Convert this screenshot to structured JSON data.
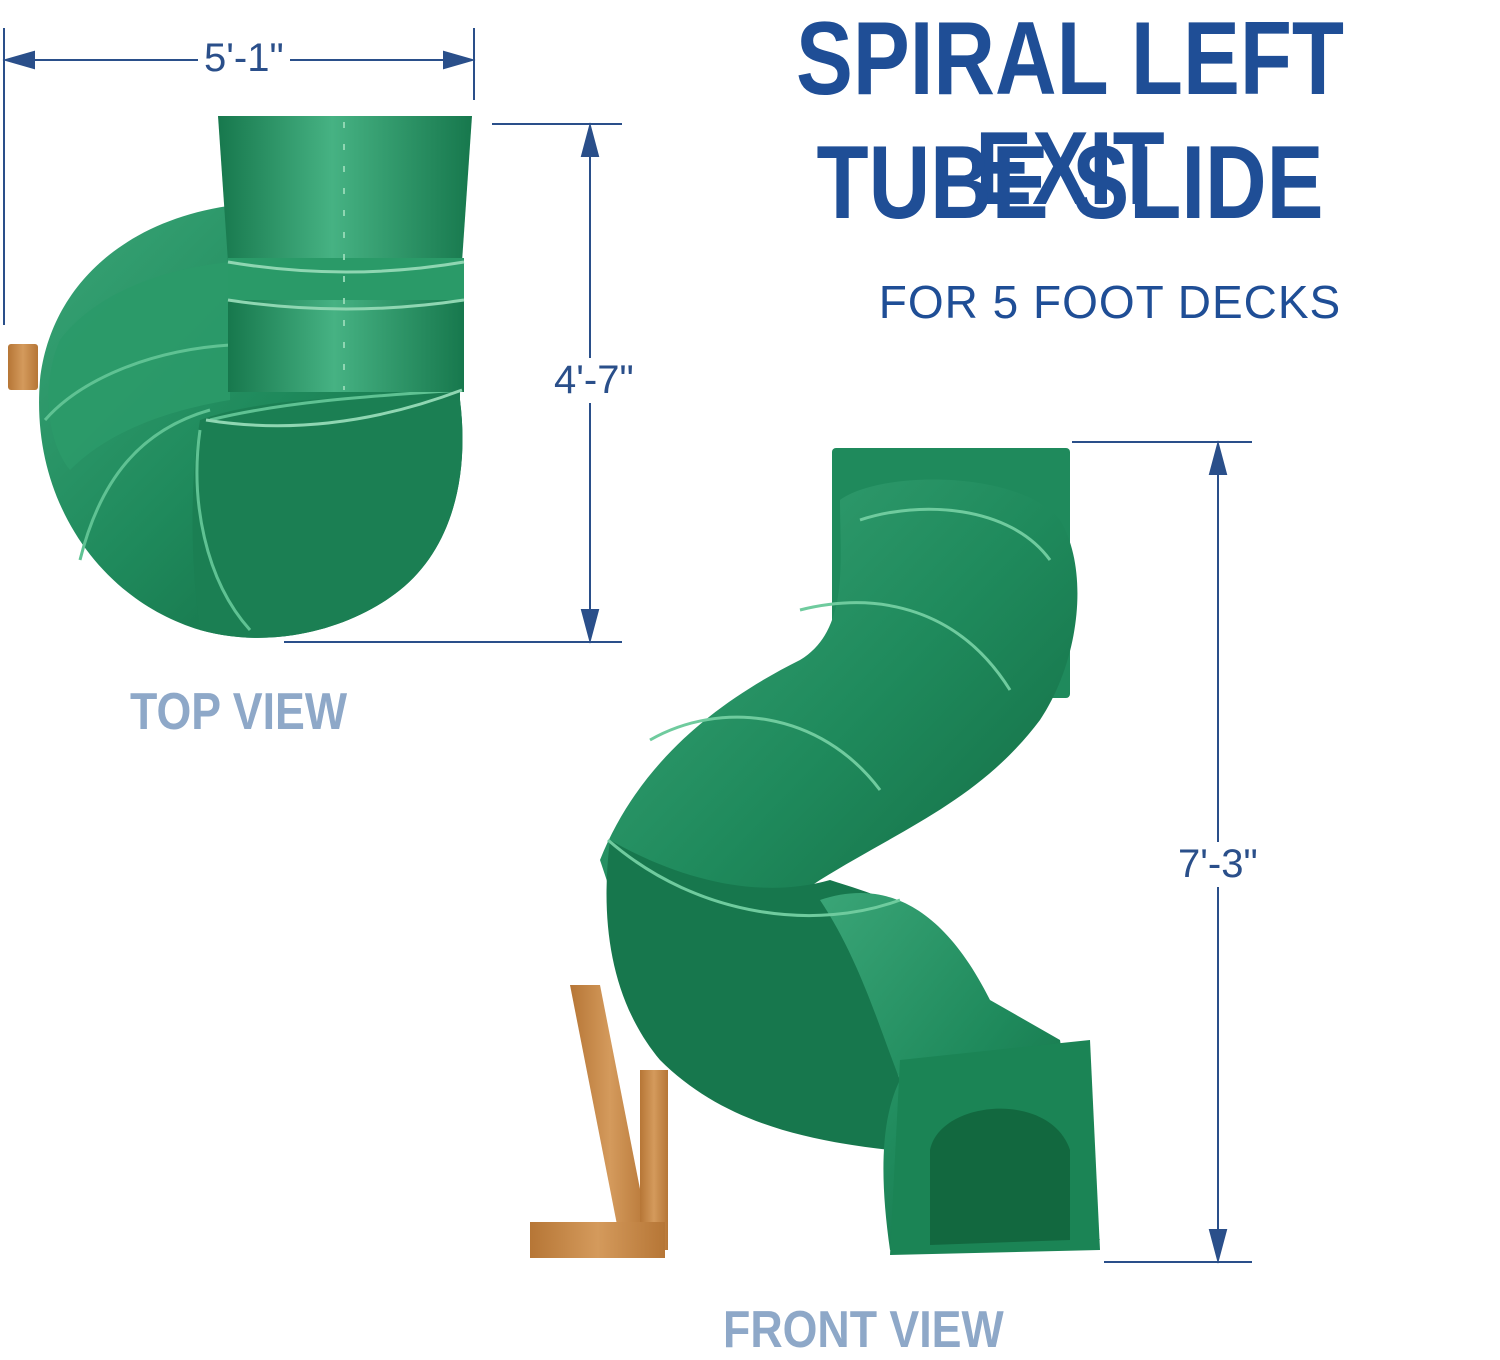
{
  "title": {
    "line1": "SPIRAL LEFT EXIT",
    "line2": "TUBE SLIDE",
    "subtitle": "FOR 5 FOOT DECKS"
  },
  "views": {
    "top": {
      "label": "TOP VIEW",
      "width": "5'-1\"",
      "height": "4'-7\""
    },
    "front": {
      "label": "FRONT VIEW",
      "height": "7'-3\""
    }
  },
  "colors": {
    "title": "#1f4e96",
    "view_label": "#8ea8c8",
    "dimension": "#2a4f8a",
    "slide_green": "#1f8a5c",
    "slide_dark": "#14704a",
    "wood": "#c98a4b"
  }
}
